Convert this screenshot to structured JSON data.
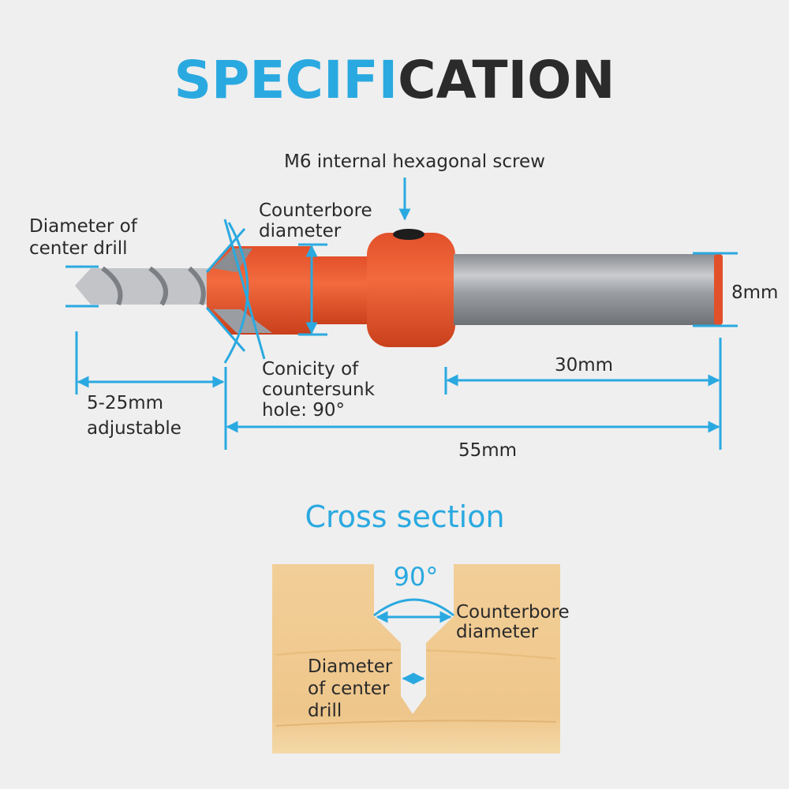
{
  "title": {
    "part1": "SPECIFI",
    "part2": "CATION",
    "color1": "#2aa9e0",
    "color2": "#2b2b2b"
  },
  "accent_color": "#2aa9e0",
  "drill_labels": {
    "screw": "M6 internal hexagonal screw",
    "center_drill_1": "Diameter of",
    "center_drill_2": "center drill",
    "counterbore_1": "Counterbore",
    "counterbore_2": "diameter",
    "diameter": "8mm",
    "conicity_1": "Conicity of",
    "conicity_2": "countersunk",
    "conicity_3": "hole: 90°",
    "adjust_1": "5-25mm",
    "adjust_2": "adjustable",
    "shank_length": "30mm",
    "total_length": "55mm"
  },
  "cross_section": {
    "title": "Cross section",
    "angle": "90°",
    "counterbore_1": "Counterbore",
    "counterbore_2": "diameter",
    "center_1": "Diameter",
    "center_2": "of center",
    "center_3": "drill"
  }
}
